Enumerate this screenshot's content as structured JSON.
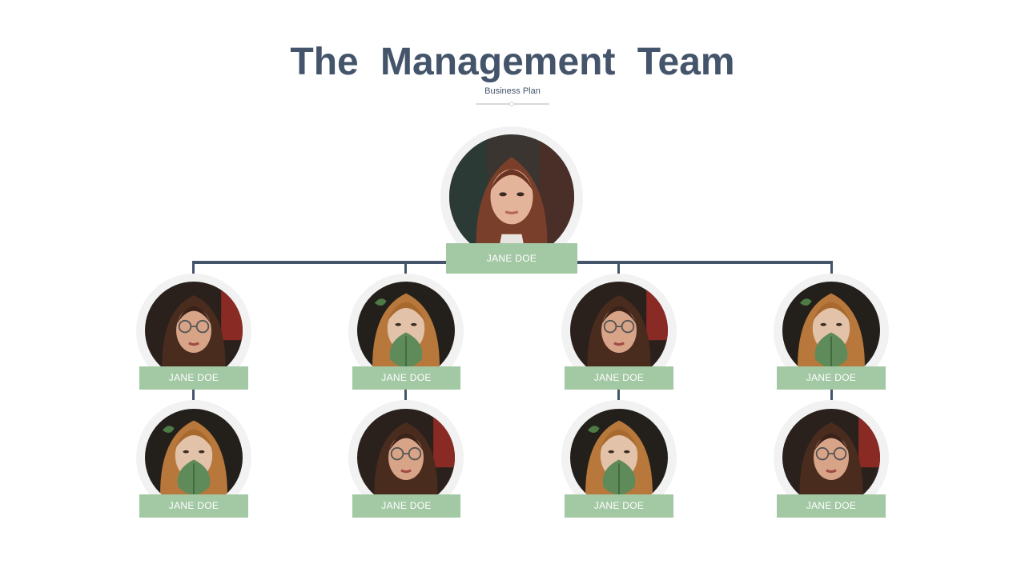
{
  "header": {
    "title": "The Management Team",
    "subtitle": "Business Plan"
  },
  "colors": {
    "title": "#44546a",
    "connector": "#44546a",
    "name_bar": "#a3c8a4",
    "ring": "#f2f2f2"
  },
  "top": {
    "name": "JANE DOE",
    "photo": "portrait-red-hair"
  },
  "row1": [
    {
      "name": "JANE DOE",
      "photo": "portrait-glasses"
    },
    {
      "name": "JANE DOE",
      "photo": "portrait-leaf"
    },
    {
      "name": "JANE DOE",
      "photo": "portrait-glasses"
    },
    {
      "name": "JANE DOE",
      "photo": "portrait-leaf"
    }
  ],
  "row2": [
    {
      "name": "JANE DOE",
      "photo": "portrait-leaf"
    },
    {
      "name": "JANE DOE",
      "photo": "portrait-glasses"
    },
    {
      "name": "JANE DOE",
      "photo": "portrait-leaf"
    },
    {
      "name": "JANE DOE",
      "photo": "portrait-glasses"
    }
  ]
}
